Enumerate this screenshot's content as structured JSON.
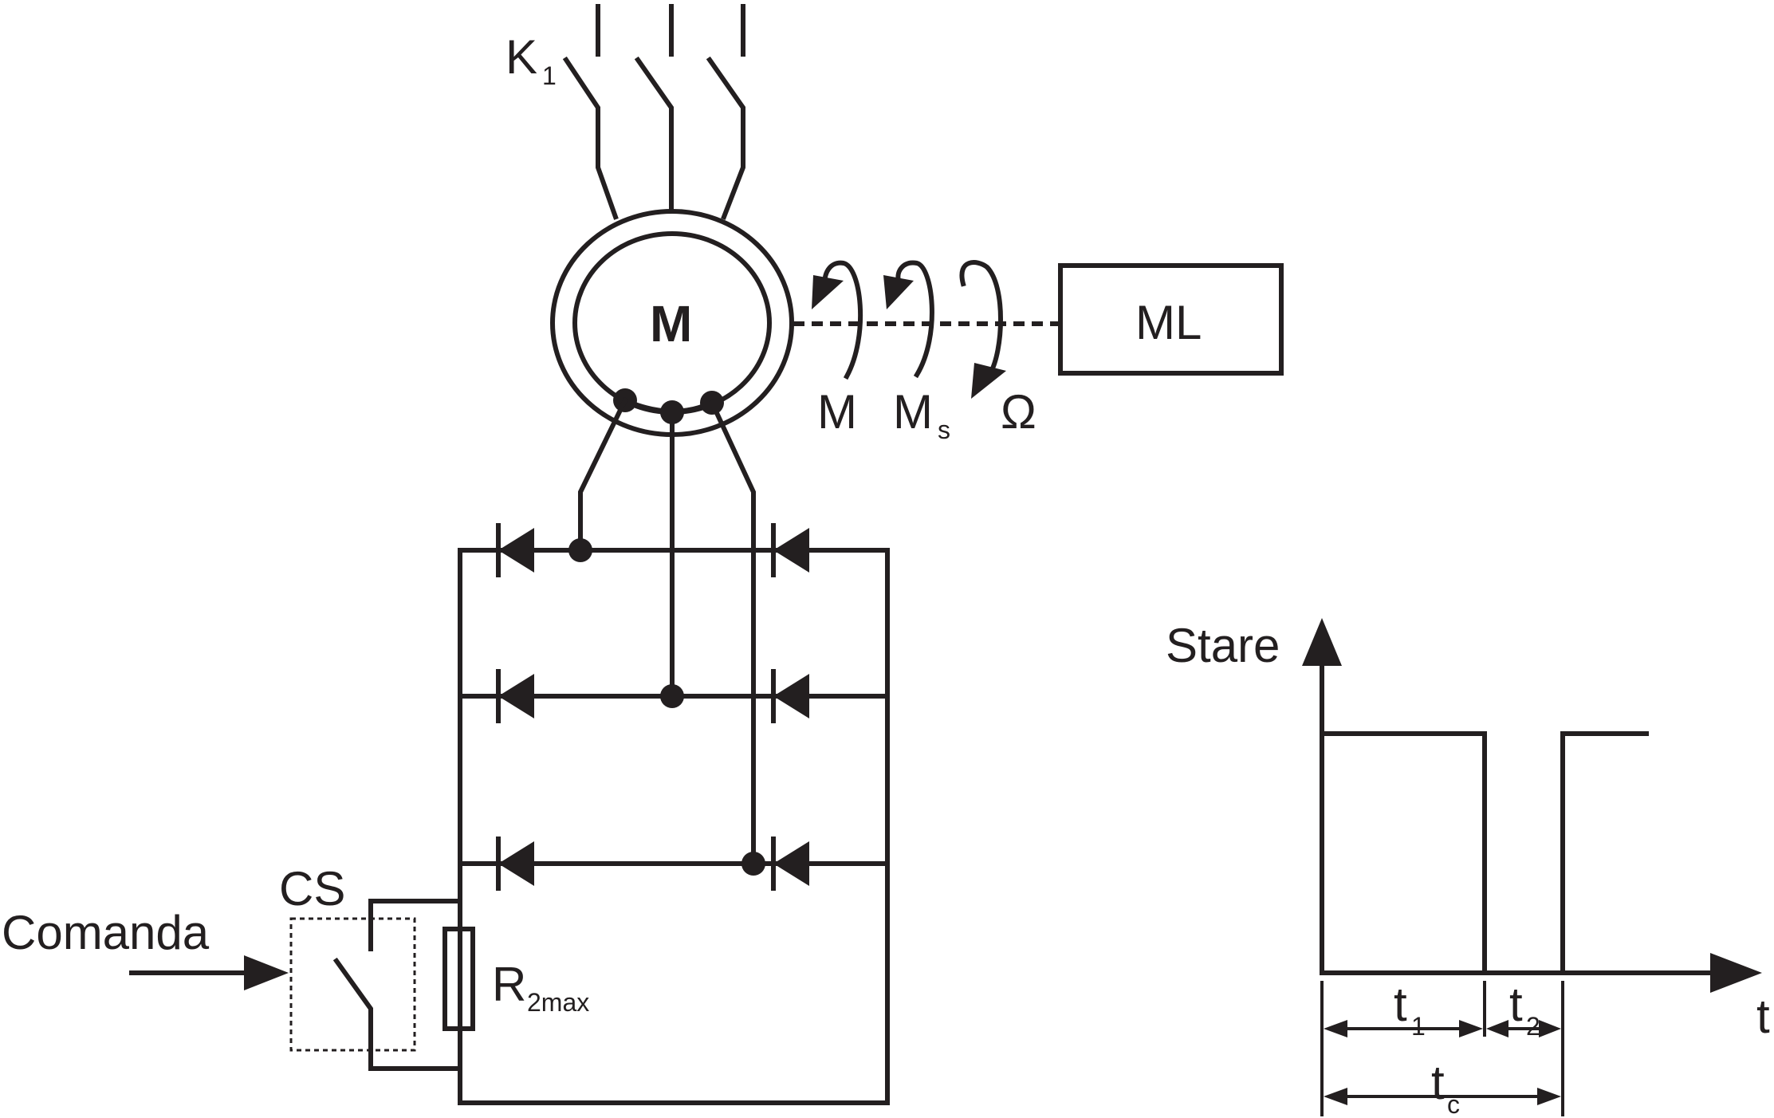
{
  "labels": {
    "switch": "K",
    "switch_sub": "1",
    "motor": "M",
    "load": "ML",
    "torque": "M",
    "static_torque": "M",
    "static_torque_sub": "s",
    "speed": "Ω",
    "switch_control": "CS",
    "command": "Comanda",
    "resistor": "R",
    "resistor_sub": "2max",
    "state_axis": "Stare",
    "time_axis": "t",
    "t1": "t",
    "t1_sub": "1",
    "t2": "t",
    "t2_sub": "2",
    "tc": "t",
    "tc_sub": "c"
  }
}
